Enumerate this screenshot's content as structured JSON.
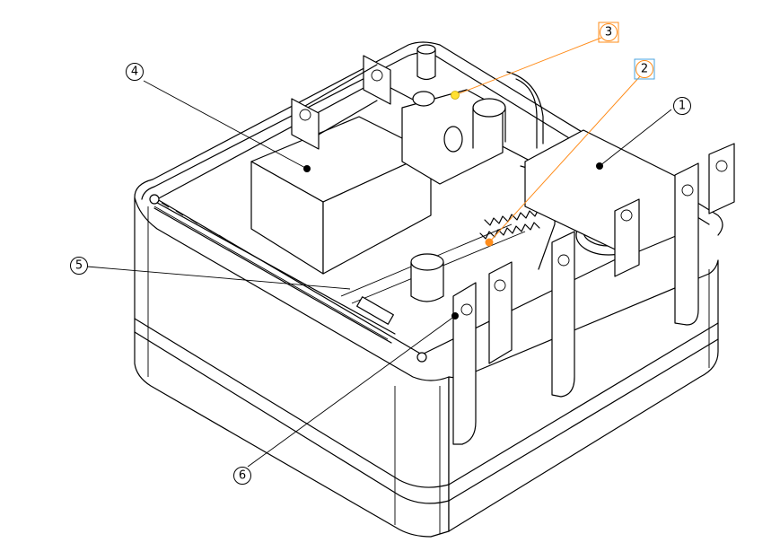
{
  "callouts": [
    {
      "id": "c1",
      "label": "1",
      "color": "#000000",
      "boxed": false
    },
    {
      "id": "c2",
      "label": "2",
      "color": "#ff8c1a",
      "boxed": true,
      "box_color": "#4aa3df"
    },
    {
      "id": "c3",
      "label": "3",
      "color": "#ff8c1a",
      "boxed": true,
      "box_color": "#ff8c1a"
    },
    {
      "id": "c4",
      "label": "4",
      "color": "#000000",
      "boxed": false
    },
    {
      "id": "c5",
      "label": "5",
      "color": "#000000",
      "boxed": false
    },
    {
      "id": "c6",
      "label": "6",
      "color": "#000000",
      "boxed": false
    }
  ],
  "colors": {
    "line": "#000000",
    "highlight_orange": "#ff8c1a",
    "highlight_yellow": "#ffe033",
    "select_blue": "#4aa3df"
  }
}
